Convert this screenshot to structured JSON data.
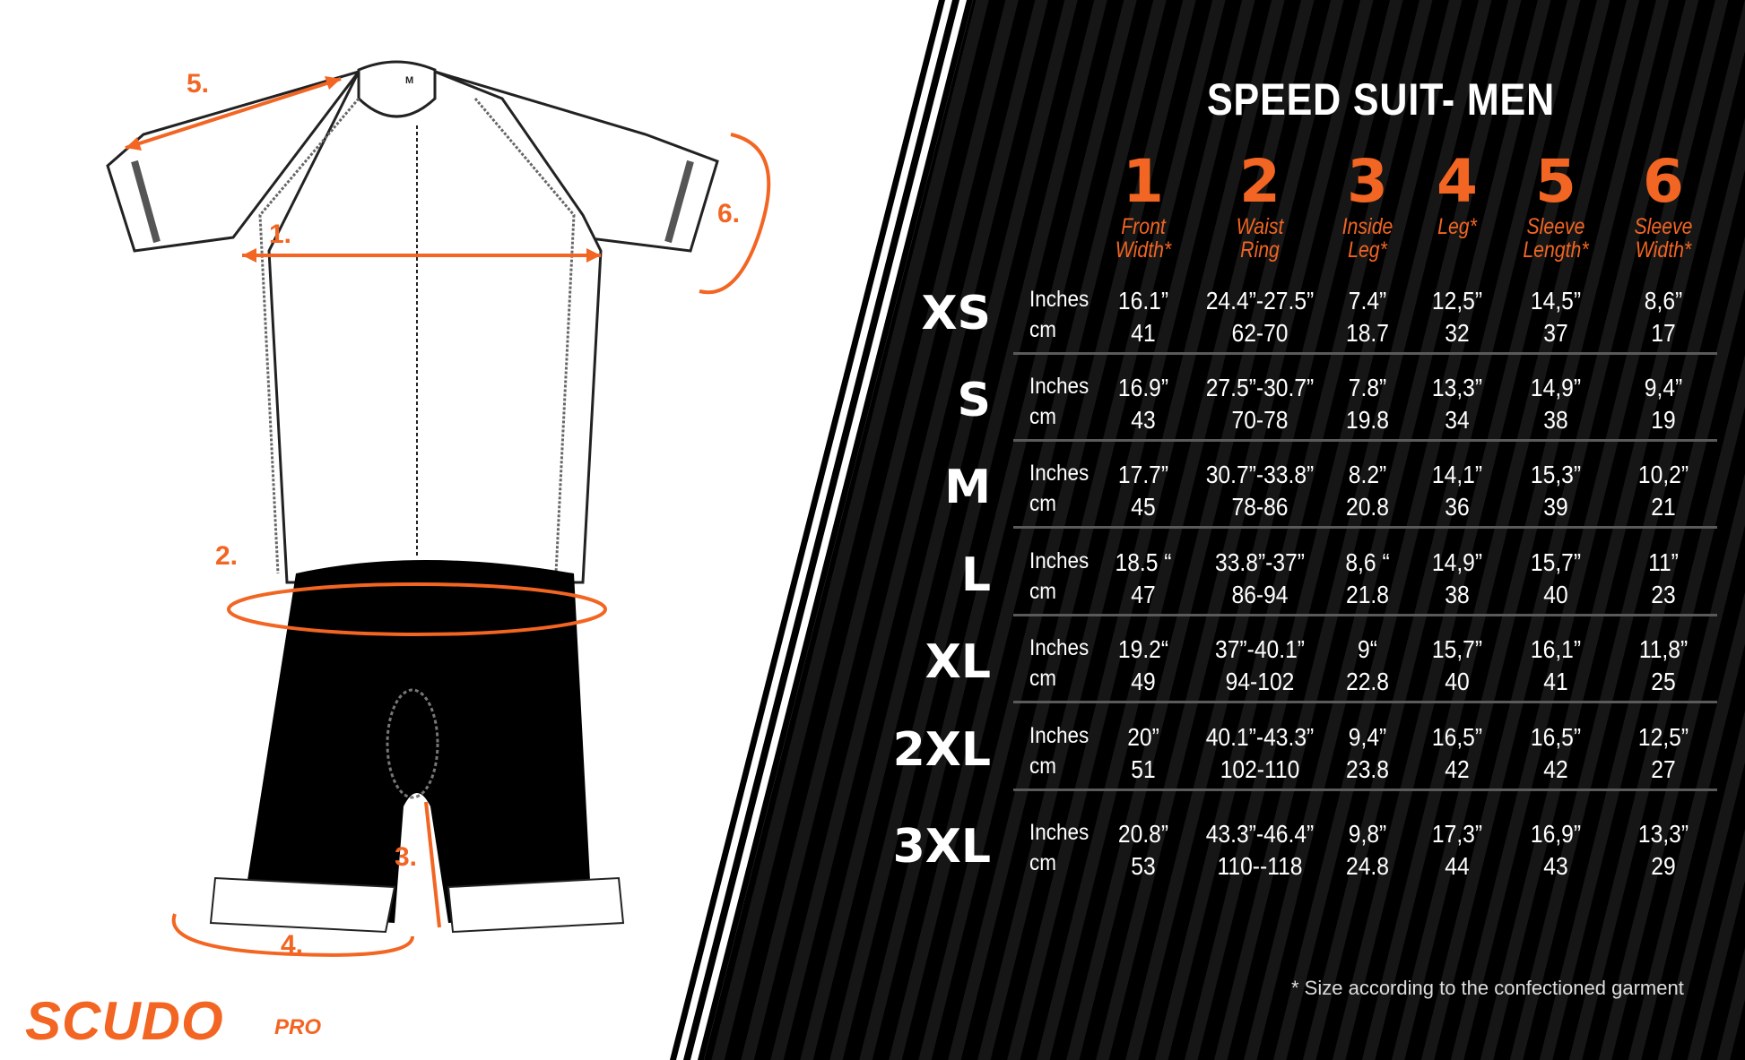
{
  "title": "SPEED SUIT- MEN",
  "columns": [
    {
      "num": "1",
      "name_line1": "Front",
      "name_line2": "Width*"
    },
    {
      "num": "2",
      "name_line1": "Waist",
      "name_line2": "Ring"
    },
    {
      "num": "3",
      "name_line1": "Inside",
      "name_line2": "Leg*"
    },
    {
      "num": "4",
      "name_line1": "Leg*",
      "name_line2": ""
    },
    {
      "num": "5",
      "name_line1": "Sleeve",
      "name_line2": "Length*"
    },
    {
      "num": "6",
      "name_line1": "Sleeve",
      "name_line2": "Width*"
    }
  ],
  "unit_inches": "Inches",
  "unit_cm": "cm",
  "rows": [
    {
      "size": "XS",
      "inches": [
        "16.1”",
        "24.4”-27.5”",
        "7.4”",
        "12,5”",
        "14,5”",
        "8,6”"
      ],
      "cm": [
        "41",
        "62-70",
        "18.7",
        "32",
        "37",
        "17"
      ]
    },
    {
      "size": "S",
      "inches": [
        "16.9”",
        "27.5”-30.7”",
        "7.8”",
        "13,3”",
        "14,9”",
        "9,4”"
      ],
      "cm": [
        "43",
        "70-78",
        "19.8",
        "34",
        "38",
        "19"
      ]
    },
    {
      "size": "M",
      "inches": [
        "17.7”",
        "30.7”-33.8”",
        "8.2”",
        "14,1”",
        "15,3”",
        "10,2”"
      ],
      "cm": [
        "45",
        "78-86",
        "20.8",
        "36",
        "39",
        "21"
      ]
    },
    {
      "size": "L",
      "inches": [
        "18.5 “",
        "33.8”-37”",
        "8,6 “",
        "14,9”",
        "15,7”",
        "11”"
      ],
      "cm": [
        "47",
        "86-94",
        "21.8",
        "38",
        "40",
        "23"
      ]
    },
    {
      "size": "XL",
      "inches": [
        "19.2“",
        "37”-40.1”",
        "9“",
        "15,7”",
        "16,1”",
        "11,8”"
      ],
      "cm": [
        "49",
        "94-102",
        "22.8",
        "40",
        "41",
        "25"
      ]
    },
    {
      "size": "2XL",
      "inches": [
        "20”",
        "40.1”-43.3”",
        "9,4”",
        "16,5”",
        "16,5”",
        "12,5”"
      ],
      "cm": [
        "51",
        "102-110",
        "23.8",
        "42",
        "42",
        "27"
      ]
    },
    {
      "size": "3XL",
      "inches": [
        "20.8”",
        "43.3”-46.4”",
        "9,8”",
        "17,3”",
        "16,9”",
        "13,3”"
      ],
      "cm": [
        "53",
        "110--118",
        "24.8",
        "44",
        "43",
        "29"
      ]
    }
  ],
  "footnote": "* Size according to the confectioned garment",
  "measure_labels": [
    "1.",
    "2.",
    "3.",
    "4.",
    "5.",
    "6."
  ],
  "brand": "SCUDO",
  "brand_suffix": "PRO",
  "collar_size_tag": "M",
  "colors": {
    "accent": "#f26522",
    "panel": "#000000",
    "text": "#ffffff"
  },
  "icons": [
    "suit-diagram",
    "measure-arrow"
  ]
}
